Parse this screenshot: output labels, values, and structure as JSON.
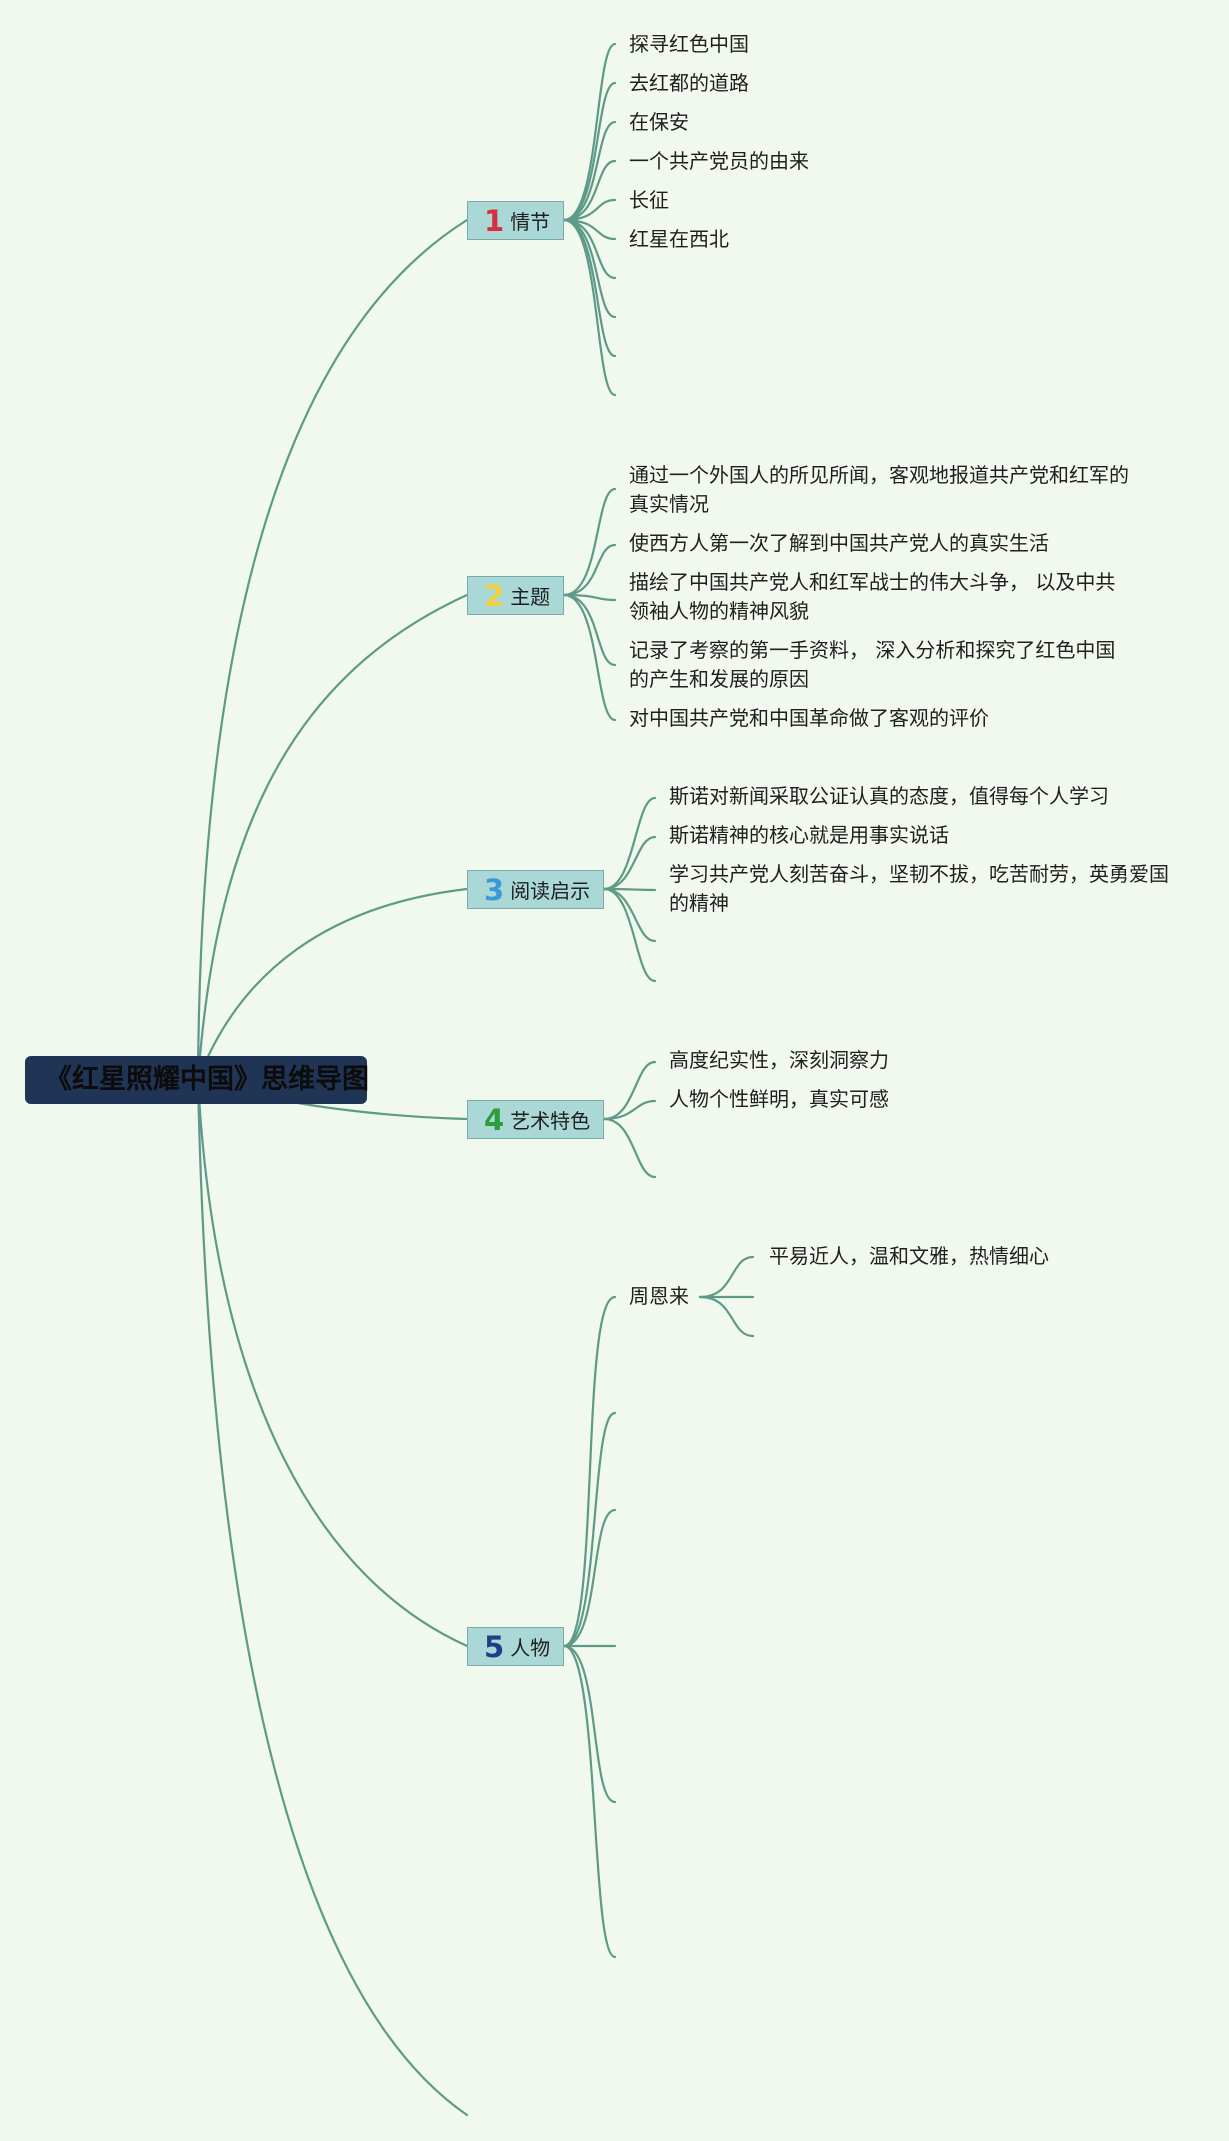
{
  "root": {
    "title": "《红星照耀中国》思维导图"
  },
  "topics": [
    {
      "num": "1",
      "label": "情节",
      "num_color": "#d6303e",
      "items": [
        "探寻红色中国",
        "去红都的道路",
        "在保安",
        "一个共产党员的由来",
        "长征",
        "红星在西北"
      ]
    },
    {
      "num": "2",
      "label": "主题",
      "num_color": "#f2d13a",
      "items": [
        [
          "通过一个外国人的所见所闻，客观地报道共产党和红军的",
          "真实情况"
        ],
        [
          "使西方人第一次了解到中国共产党人的真实生活"
        ],
        [
          "描绘了中国共产党人和红军战士的伟大斗争， 以及中共",
          "领袖人物的精神风貌"
        ],
        [
          "记录了考察的第一手资料， 深入分析和探究了红色中国",
          "的产生和发展的原因"
        ],
        [
          "对中国共产党和中国革命做了客观的评价"
        ]
      ]
    },
    {
      "num": "3",
      "label": "阅读启示",
      "num_color": "#3a99d9",
      "items": [
        [
          "斯诺对新闻采取公证认真的态度，值得每个人学习"
        ],
        [
          "斯诺精神的核心就是用事实说话"
        ],
        [
          "学习共产党人刻苦奋斗，坚韧不拔，吃苦耐劳，英勇爱国",
          "的精神"
        ]
      ]
    },
    {
      "num": "4",
      "label": "艺术特色",
      "num_color": "#2e9b3c",
      "items": [
        "高度纪实性，深刻洞察力",
        "人物个性鲜明，真实可感"
      ]
    },
    {
      "num": "5",
      "label": "人物",
      "num_color": "#1f3e8a",
      "people": [
        {
          "name": "周恩来",
          "traits": [
            "平易近人，温和文雅，热情细心"
          ]
        }
      ]
    }
  ]
}
